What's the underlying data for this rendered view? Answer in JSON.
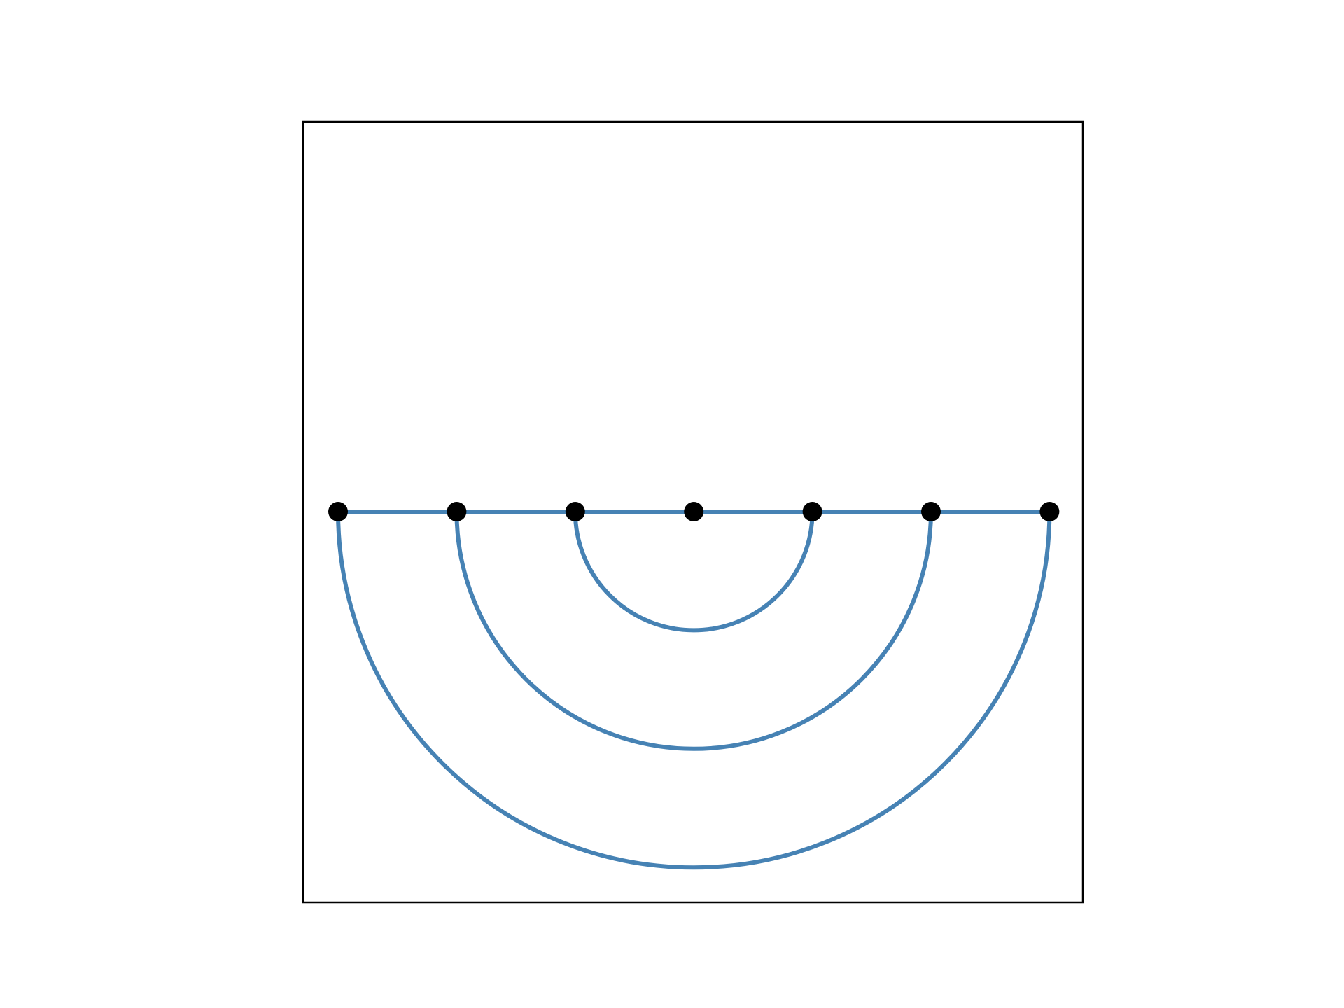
{
  "diagram": {
    "type": "arc-diagram",
    "frame_visible": true,
    "node_count": 7,
    "nodes": [
      {
        "id": 0
      },
      {
        "id": 1
      },
      {
        "id": 2
      },
      {
        "id": 3
      },
      {
        "id": 4
      },
      {
        "id": 5
      },
      {
        "id": 6
      }
    ],
    "baseline_edges": [
      {
        "from": 0,
        "to": 1
      },
      {
        "from": 1,
        "to": 2
      },
      {
        "from": 2,
        "to": 3
      },
      {
        "from": 3,
        "to": 4
      },
      {
        "from": 4,
        "to": 5
      },
      {
        "from": 5,
        "to": 6
      }
    ],
    "arc_edges": [
      {
        "from": 2,
        "to": 4
      },
      {
        "from": 1,
        "to": 5
      },
      {
        "from": 0,
        "to": 6
      }
    ],
    "arc_side": "below",
    "colors": {
      "edge": "#4682b4",
      "node": "#000000",
      "frame": "#000000",
      "background": "#ffffff"
    }
  }
}
